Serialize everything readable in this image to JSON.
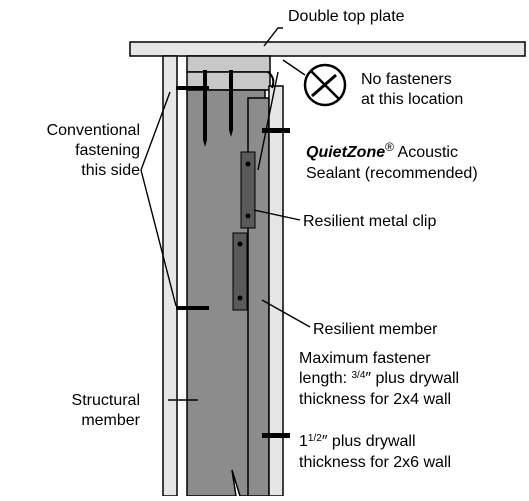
{
  "labels": {
    "double_top_plate": "Double top plate",
    "no_fasteners_1": "No fasteners",
    "no_fasteners_2": "at this location",
    "conventional_1": "Conventional",
    "conventional_2": "fastening",
    "conventional_3": "this side",
    "quietzone_brand": "QuietZone",
    "quietzone_reg": "®",
    "quietzone_rest": " Acoustic",
    "sealant": "Sealant (recommended)",
    "resilient_clip": "Resilient metal clip",
    "resilient_member": "Resilient member",
    "max_fastener_1": "Maximum fastener",
    "max_fastener_2_a": "length: ",
    "max_fastener_2_num": "3",
    "max_fastener_2_den": "/4",
    "max_fastener_2_b": "″ plus drywall",
    "max_fastener_3": "thickness for 2x4 wall",
    "six_1_whole": "1",
    "six_1_frac_num": "1",
    "six_1_frac_den": "/2",
    "six_1_rest": "″ plus drywall",
    "six_2": "thickness for 2x6 wall",
    "structural_1": "Structural",
    "structural_2": "member"
  },
  "colors": {
    "structural_member": "#8c8c8c",
    "plate": "#c8c8c8",
    "drywall": "#e6e6e6",
    "clip": "#5a5a5a",
    "ink": "#000000"
  },
  "icons": [
    "no-screw-icon"
  ]
}
